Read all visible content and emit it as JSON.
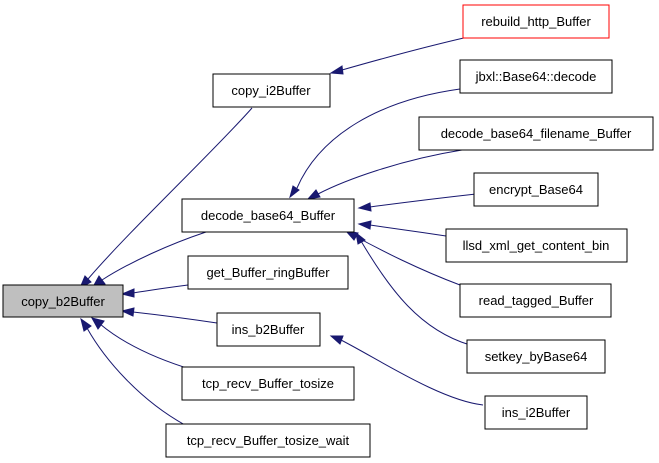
{
  "colors": {
    "edge": "#191970",
    "node_border": "#000000",
    "node_fill": "#ffffff",
    "focus_fill": "#bfbfbf",
    "highlight_border": "#ff0000"
  },
  "nodes": {
    "copy_b2Buffer": "copy_b2Buffer",
    "copy_i2Buffer": "copy_i2Buffer",
    "decode_base64_Buffer": "decode_base64_Buffer",
    "get_Buffer_ringBuffer": "get_Buffer_ringBuffer",
    "ins_b2Buffer": "ins_b2Buffer",
    "tcp_recv_Buffer_tosize": "tcp_recv_Buffer_tosize",
    "tcp_recv_Buffer_tosize_wait": "tcp_recv_Buffer_tosize_wait",
    "rebuild_http_Buffer": "rebuild_http_Buffer",
    "jbxl_Base64_decode": "jbxl::Base64::decode",
    "decode_base64_filename_Buffer": "decode_base64_filename_Buffer",
    "encrypt_Base64": "encrypt_Base64",
    "llsd_xml_get_content_bin": "llsd_xml_get_content_bin",
    "read_tagged_Buffer": "read_tagged_Buffer",
    "setkey_byBase64": "setkey_byBase64",
    "ins_i2Buffer": "ins_i2Buffer"
  },
  "edges": [
    {
      "from": "copy_i2Buffer",
      "to": "copy_b2Buffer"
    },
    {
      "from": "decode_base64_Buffer",
      "to": "copy_b2Buffer"
    },
    {
      "from": "get_Buffer_ringBuffer",
      "to": "copy_b2Buffer"
    },
    {
      "from": "ins_b2Buffer",
      "to": "copy_b2Buffer"
    },
    {
      "from": "tcp_recv_Buffer_tosize",
      "to": "copy_b2Buffer"
    },
    {
      "from": "tcp_recv_Buffer_tosize_wait",
      "to": "copy_b2Buffer"
    },
    {
      "from": "rebuild_http_Buffer",
      "to": "copy_i2Buffer"
    },
    {
      "from": "jbxl_Base64_decode",
      "to": "decode_base64_Buffer"
    },
    {
      "from": "decode_base64_filename_Buffer",
      "to": "decode_base64_Buffer"
    },
    {
      "from": "encrypt_Base64",
      "to": "decode_base64_Buffer"
    },
    {
      "from": "llsd_xml_get_content_bin",
      "to": "decode_base64_Buffer"
    },
    {
      "from": "read_tagged_Buffer",
      "to": "decode_base64_Buffer"
    },
    {
      "from": "setkey_byBase64",
      "to": "decode_base64_Buffer"
    },
    {
      "from": "ins_i2Buffer",
      "to": "ins_b2Buffer"
    }
  ]
}
